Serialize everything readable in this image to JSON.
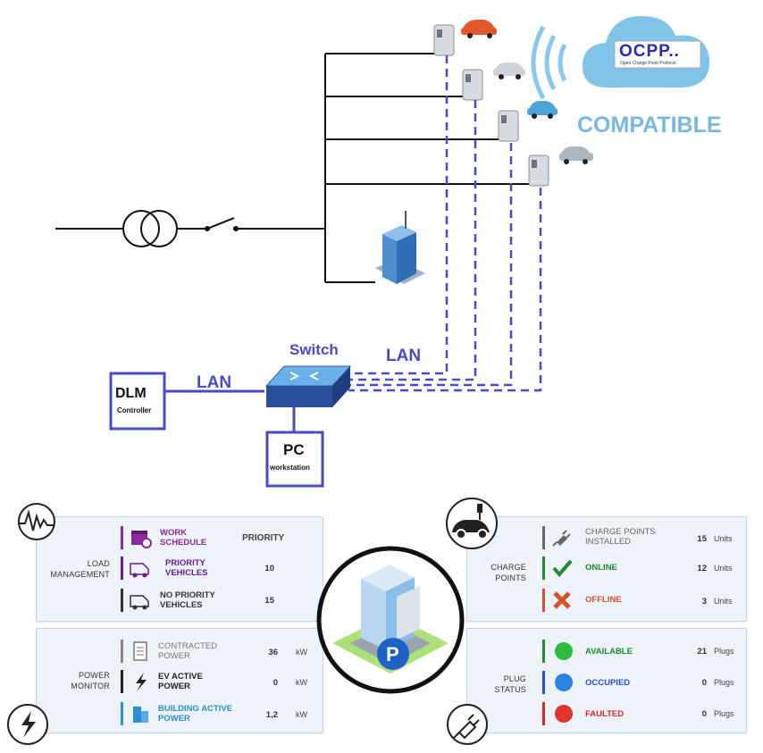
{
  "colors": {
    "network_blue": "#4a4ac6",
    "line_black": "#111111",
    "cloud_blue": "#7fc3ea",
    "compatible_blue": "#7ab8df"
  },
  "network": {
    "switch_label": "Switch",
    "lan_left": "LAN",
    "lan_right": "LAN",
    "dlm_label": "DLM",
    "dlm_sub": "Controller",
    "pc_label": "PC",
    "pc_sub": "workstation",
    "ocpp_logo": "OCPP..",
    "ocpp_sub": "Open Charge Point Protocol",
    "compatible": "COMPATIBLE"
  },
  "load_management": {
    "title": "LOAD\nMANAGEMENT",
    "priority_header": "PRIORITY",
    "rows": [
      {
        "icon": "calendar-icon",
        "label": "WORK\nSCHEDULE",
        "value": "",
        "color": "#8a2b9e"
      },
      {
        "icon": "priority-van-icon",
        "label": "PRIORITY\nVEHICLES",
        "value": "10",
        "color": "#6a1b9a"
      },
      {
        "icon": "van-icon",
        "label": "NO PRIORITY\nVEHICLES",
        "value": "15",
        "color": "#333333"
      }
    ]
  },
  "power_monitor": {
    "title": "POWER\nMONITOR",
    "rows": [
      {
        "icon": "document-icon",
        "label": "CONTRACTED\nPOWER",
        "value": "36",
        "unit": "kW",
        "color": "#777777"
      },
      {
        "icon": "lightning-icon",
        "label": "EV ACTIVE\nPOWER",
        "value": "0",
        "unit": "kW",
        "color": "#222222"
      },
      {
        "icon": "building-icon",
        "label": "BUILDING ACTIVE\nPOWER",
        "value": "1,2",
        "unit": "kW",
        "color": "#2a8fd6"
      }
    ]
  },
  "charge_points": {
    "title": "CHARGE\nPOINTS",
    "rows": [
      {
        "icon": "plug-icon",
        "label": "CHARGE POINTS\nINSTALLED",
        "value": "15",
        "unit": "Units",
        "color": "#666666"
      },
      {
        "icon": "check-icon",
        "label": "ONLINE",
        "value": "12",
        "unit": "Units",
        "color": "#1f8a2e"
      },
      {
        "icon": "cross-icon",
        "label": "OFFLINE",
        "value": "3",
        "unit": "Units",
        "color": "#d2522a"
      }
    ]
  },
  "plug_status": {
    "title": "PLUG\nSTATUS",
    "rows": [
      {
        "icon": "green-dot-icon",
        "label": "AVAILABLE",
        "value": "21",
        "unit": "Plugs",
        "color": "#1f8a2e"
      },
      {
        "icon": "blue-dot-icon",
        "label": "OCCUPIED",
        "value": "0",
        "unit": "Plugs",
        "color": "#2255cc"
      },
      {
        "icon": "red-dot-icon",
        "label": "FAULTED",
        "value": "0",
        "unit": "Plugs",
        "color": "#d22a2a"
      }
    ]
  }
}
